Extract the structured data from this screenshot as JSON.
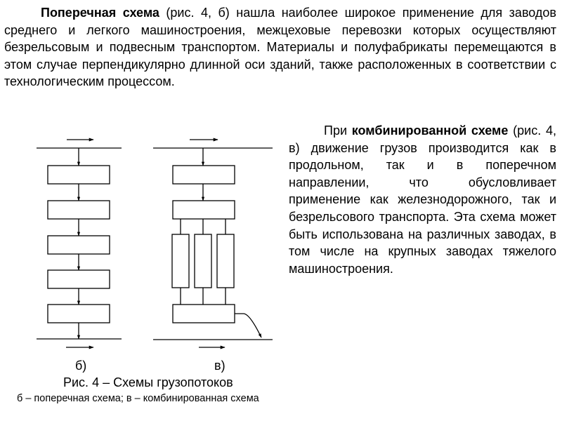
{
  "paragraph1": {
    "term": "Поперечная схема",
    "text": " (рис. 4, б) нашла наиболее широкое применение для заводов среднего и легкого машиностроения, межцеховые перевозки которых осуществляют безрельсовым и подвесным транспортом. Материалы и полуфабрикаты перемещаются в этом случае перпендикулярно длинной оси зданий, также расположенных в соответствии с технологическим процессом."
  },
  "paragraph2": {
    "lead": "При ",
    "term": "комбинированной схеме",
    "text": " (рис. 4, в) движение грузов производится как в продольном, так и в поперечном направлении, что обусловливает применение как железнодорожного, так и безрельсового транспорта. Эта схема может быть использована на различных заводах, в том числе на крупных заводах тяжелого машиностроения."
  },
  "figure": {
    "label_b": "б)",
    "label_v": "в)",
    "caption": "Рис. 4 – Схемы грузопотоков",
    "subcaption": "б – поперечная схема; в – комбинированная схема"
  }
}
